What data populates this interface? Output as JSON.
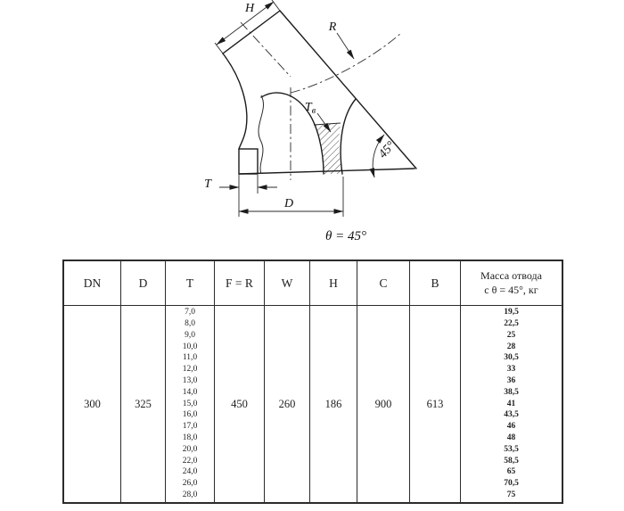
{
  "diagram": {
    "labels": {
      "h": "H",
      "r": "R",
      "t_wall_main": "Т",
      "t_wall_sub": "в",
      "angle": "45°",
      "t": "T",
      "d": "D",
      "theta_note": "θ = 45°"
    }
  },
  "table": {
    "headers": [
      "DN",
      "D",
      "T",
      "F = R",
      "W",
      "H",
      "C",
      "B",
      "Масса отвода\nс θ = 45°, кг"
    ],
    "row": {
      "dn": "300",
      "d": "325",
      "t_values": [
        "7,0",
        "8,0",
        "9,0",
        "10,0",
        "11,0",
        "12,0",
        "13,0",
        "14,0",
        "15,0",
        "16,0",
        "17,0",
        "18,0",
        "20,0",
        "22,0",
        "24,0",
        "26,0",
        "28,0"
      ],
      "f_r": "450",
      "w": "260",
      "h": "186",
      "c": "900",
      "b": "613",
      "mass_values": [
        "19,5",
        "22,5",
        "25",
        "28",
        "30,5",
        "33",
        "36",
        "38,5",
        "41",
        "43,5",
        "46",
        "48",
        "53,5",
        "58,5",
        "65",
        "70,5",
        "75"
      ]
    }
  }
}
